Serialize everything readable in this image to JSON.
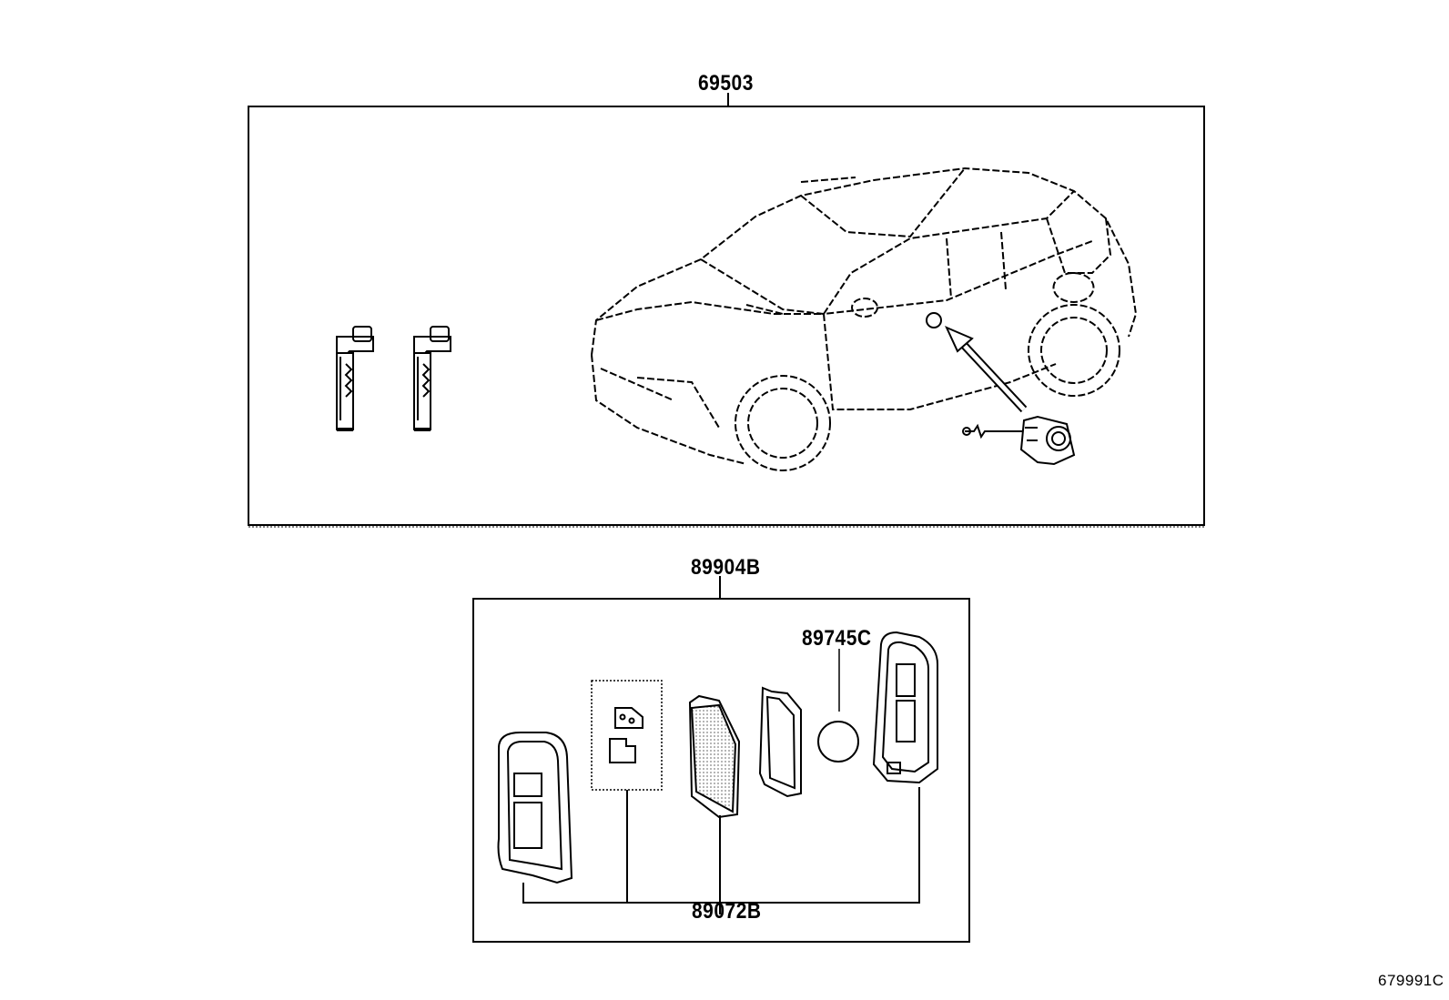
{
  "labels": {
    "key_assembly": "69503",
    "transmitter_set": "89904B",
    "battery": "89745C",
    "transmitter_housing": "89072B",
    "figure_code": "679991C"
  }
}
